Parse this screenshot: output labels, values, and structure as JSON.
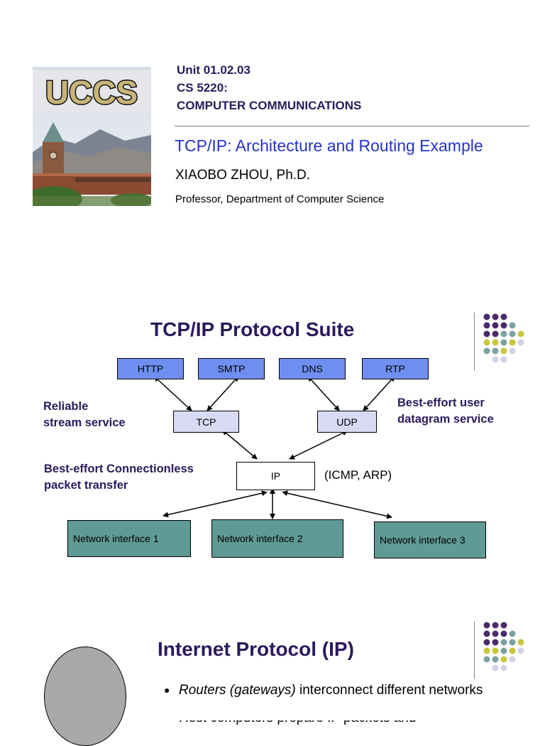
{
  "slide1": {
    "logo_text": "UCCS",
    "course_lines": [
      "Unit 01.02.03",
      "CS 5220:",
      "COMPUTER COMMUNICATIONS"
    ],
    "subtitle": "TCP/IP: Architecture and Routing Example",
    "author": "XIAOBO ZHOU, Ph.D.",
    "affiliation": "Professor, Department of Computer Science"
  },
  "slide2": {
    "title": "TCP/IP Protocol Suite",
    "apps": [
      "HTTP",
      "SMTP",
      "DNS",
      "RTP"
    ],
    "tcp": "TCP",
    "udp": "UDP",
    "ip": "IP",
    "icmp_arp": "(ICMP, ARP)",
    "label_reliable": [
      "Reliable",
      "stream service"
    ],
    "label_best_effort_user": [
      "Best-effort user",
      "datagram service"
    ],
    "label_connectionless": [
      "Best-effort Connectionless",
      "packet transfer"
    ],
    "networks": [
      "Network interface 1",
      "Network interface 2",
      "Network interface 3"
    ]
  },
  "slide3": {
    "title": "Internet Protocol (IP)",
    "bullet_italic": "Routers (gateways)",
    "bullet_rest": " interconnect different networks",
    "next_line_partial": "Host computers prepare IP packets and"
  },
  "colors": {
    "title": "#2b1a5c",
    "subtitle_blue": "#2533c4",
    "app_box": "#6f8ff0",
    "mid_box": "#d8daf1",
    "network_box": "#5f9a96",
    "dot_purple": "#4a2b6b",
    "dot_teal": "#7aa2a3",
    "dot_yellow": "#c9c63a",
    "dot_lavender": "#d2d3ea"
  }
}
